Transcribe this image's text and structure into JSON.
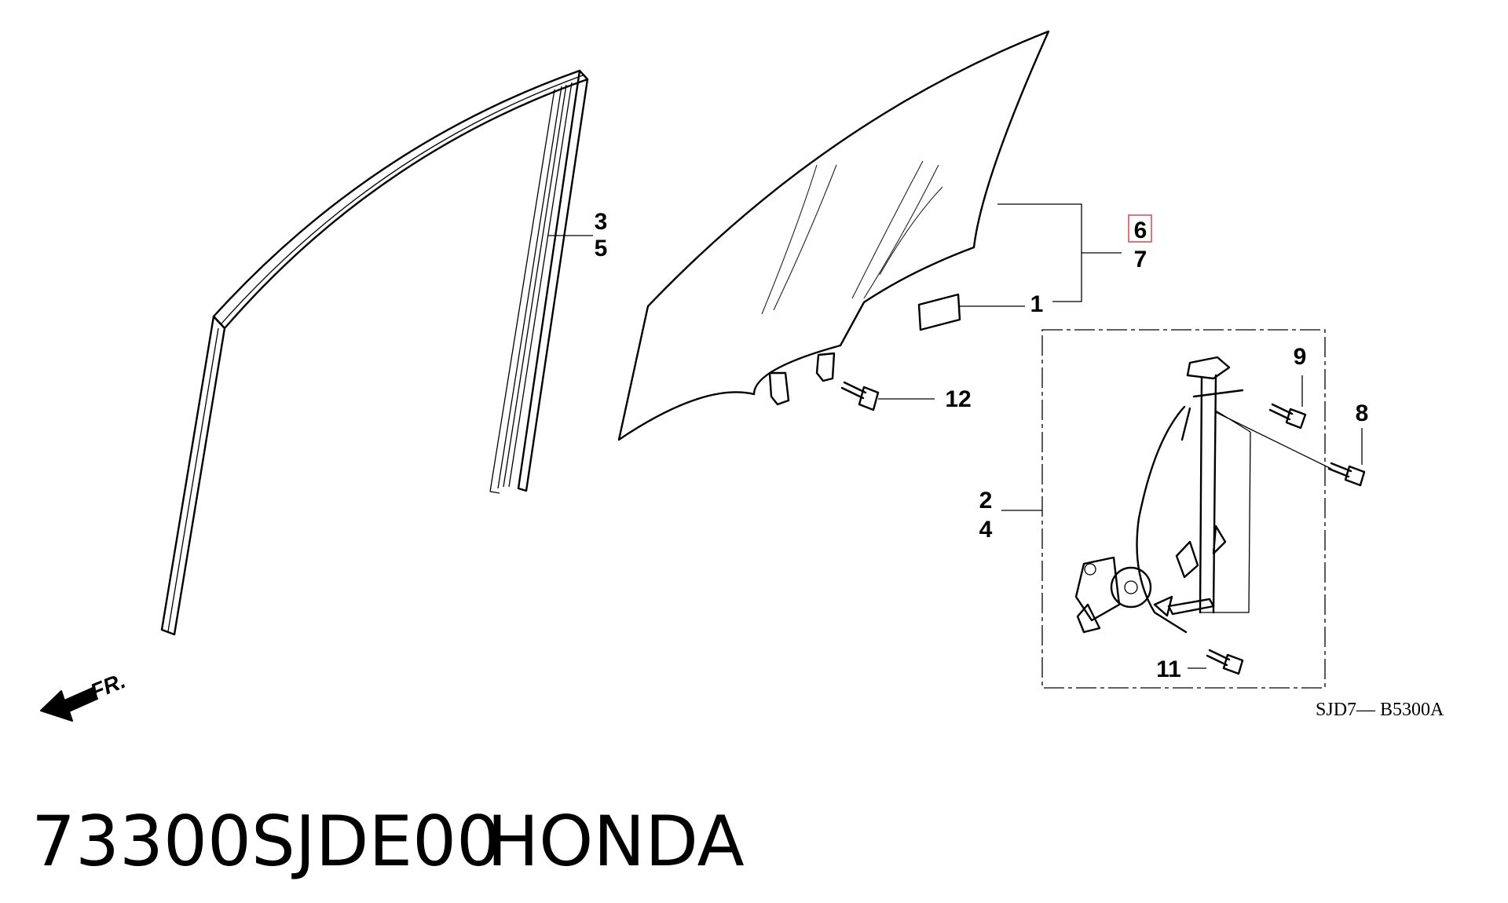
{
  "callouts": {
    "c1": "1",
    "c2": "2",
    "c3": "3",
    "c4": "4",
    "c5": "5",
    "c6": "6",
    "c7": "7",
    "c8": "8",
    "c9": "9",
    "c11": "11",
    "c12": "12"
  },
  "diagram_code": "SJD7— B5300A",
  "direction_label": "FR.",
  "caption": {
    "part_number": "73300SJDE00",
    "brand": "HONDA"
  },
  "colors": {
    "highlight": "#e0505a",
    "ink": "#000000"
  }
}
